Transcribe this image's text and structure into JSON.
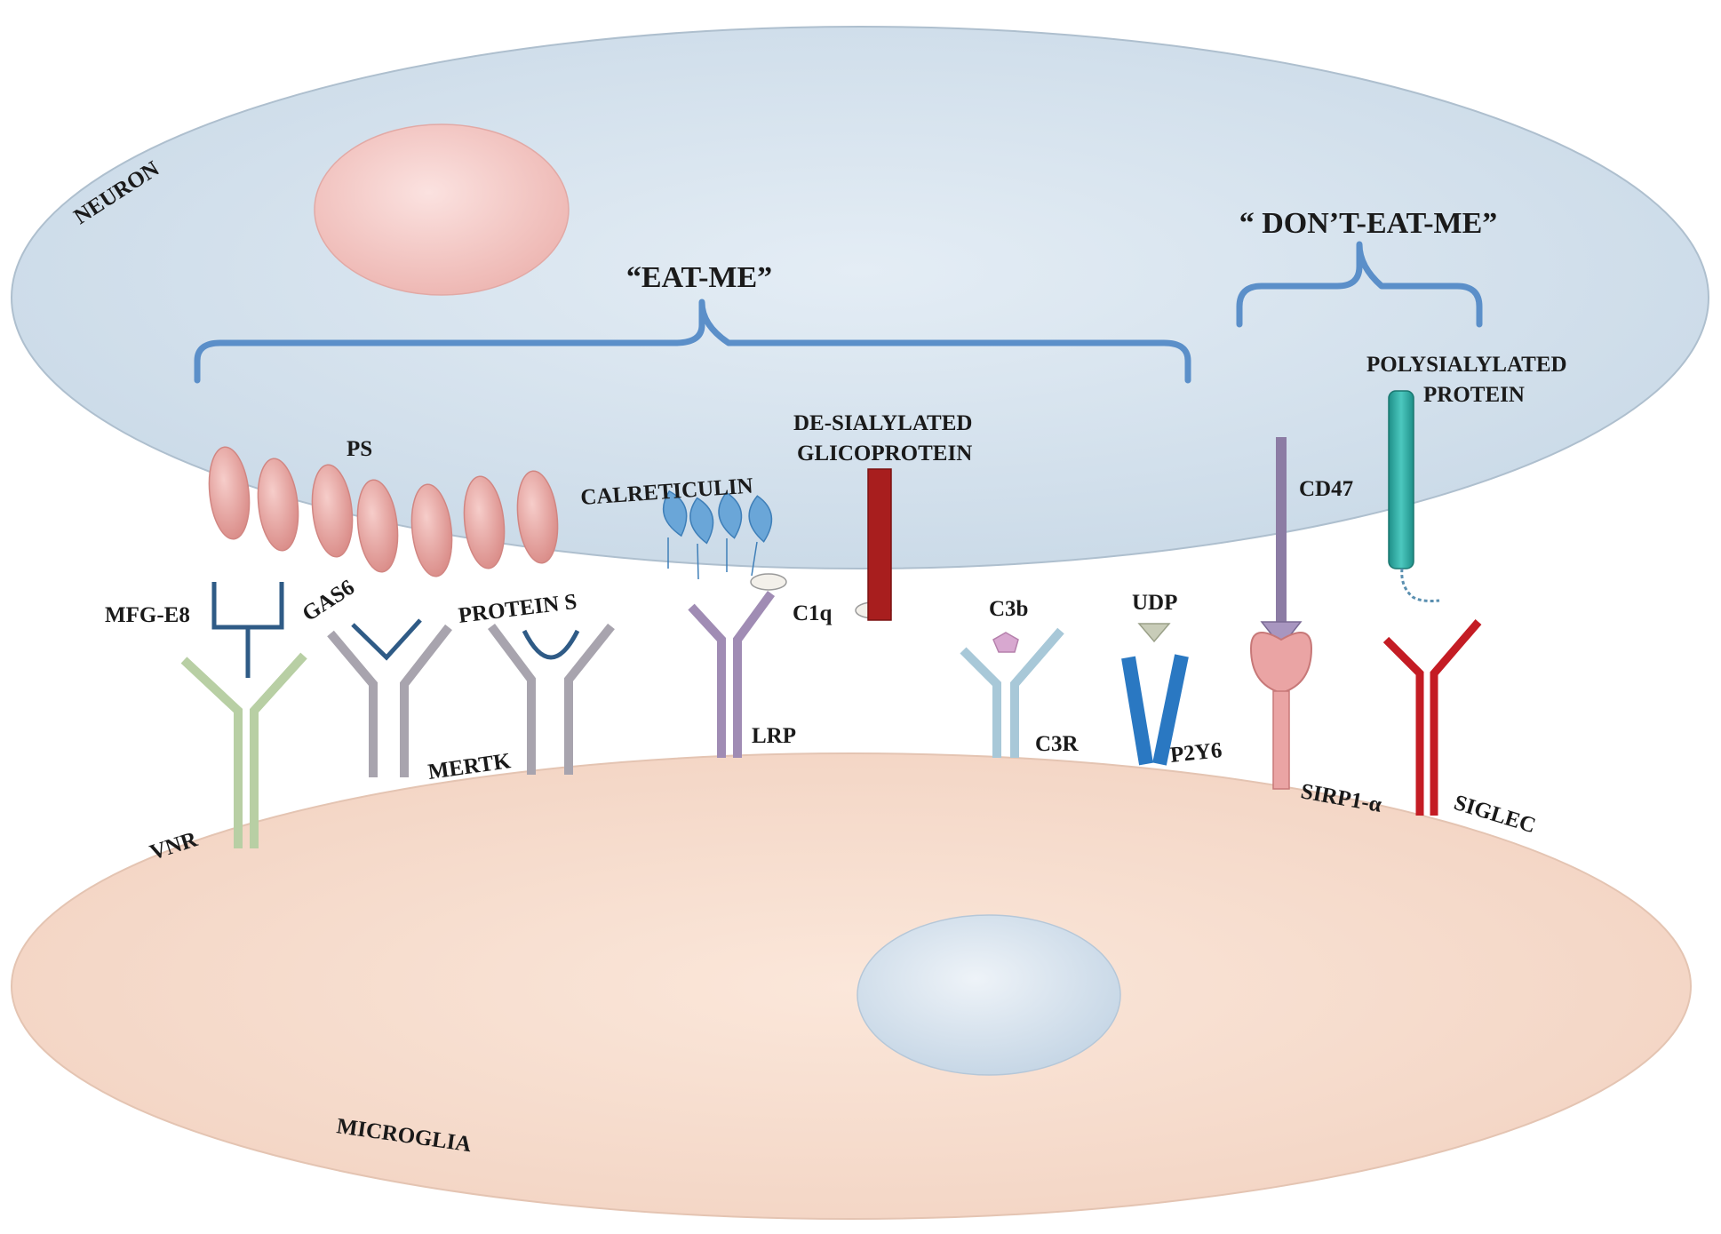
{
  "labels": {
    "neuron": "NEURON",
    "microglia": "MICROGLIA",
    "eat_me": "“EAT-ME”",
    "dont_eat_me": "“ DON’T-EAT-ME”",
    "ps": "PS",
    "calreticulin": "CALRETICULIN",
    "desialylated_line1": "DE-SIALYLATED",
    "desialylated_line2": "GLICOPROTEIN",
    "polysialylated_line1": "POLYSIALYLATED",
    "polysialylated_line2": "PROTEIN",
    "cd47": "CD47",
    "mfg_e8": "MFG-E8",
    "gas6": "GAS6",
    "protein_s": "PROTEIN S",
    "c1q": "C1q",
    "c3b": "C3b",
    "udp": "UDP",
    "vnr": "VNR",
    "mertk": "MERTK",
    "lrp": "LRP",
    "c3r": "C3R",
    "p2y6": "P2Y6",
    "sirp1a": "SIRP1-α",
    "siglec": "SIGLEC"
  },
  "colors": {
    "neuron_fill": "#d6e3ee",
    "microglia_fill": "#f8e0d2",
    "nucleus_neuron": "#f4c9c6",
    "nucleus_microglia": "#d6e3ee",
    "bracket": "#5b8fc9",
    "ps_oval": "#e8a4a0",
    "mfge8": "#2f5b86",
    "vnr": "#b8cfa4",
    "mertk": "#a8a4ae",
    "lrp": "#a08cb4",
    "calreticulin": "#6aa6d8",
    "desialylated": "#a81e1e",
    "c3r": "#a8c8d8",
    "c3b": "#d8a8d0",
    "p2y6": "#2a78c2",
    "udp": "#c8ccb8",
    "cd47": "#8c7ca4",
    "sirp": "#e8a0a0",
    "polysialylated": "#2aa8a0",
    "siglec": "#c41c24"
  },
  "icons": {
    "eat_me_bracket": "curly-brace",
    "dont_eat_me_bracket": "curly-brace",
    "receptor": "y-shaped-receptor"
  }
}
